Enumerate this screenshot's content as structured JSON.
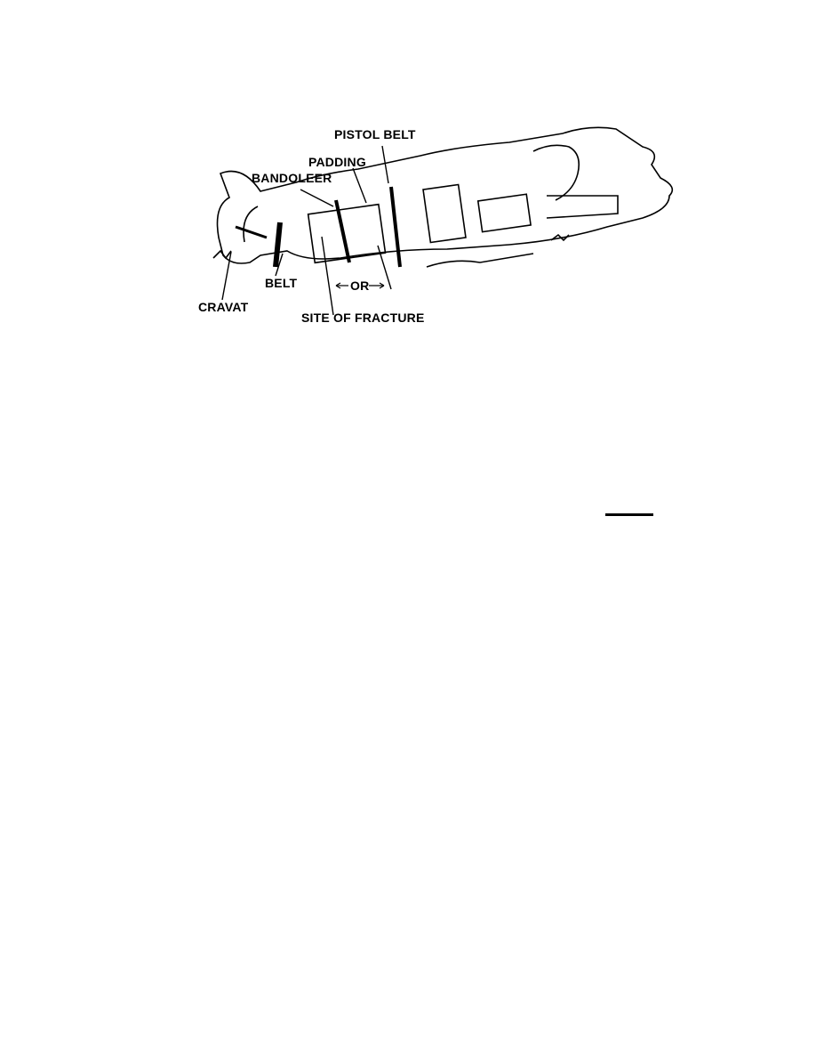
{
  "figure": {
    "labels": {
      "pistol_belt": "PISTOL BELT",
      "padding": "PADDING",
      "bandoleer": "BANDOLEER",
      "cravat": "CRAVAT",
      "belt": "BELT",
      "or": "OR",
      "site_of_fracture": "SITE OF FRACTURE"
    }
  }
}
